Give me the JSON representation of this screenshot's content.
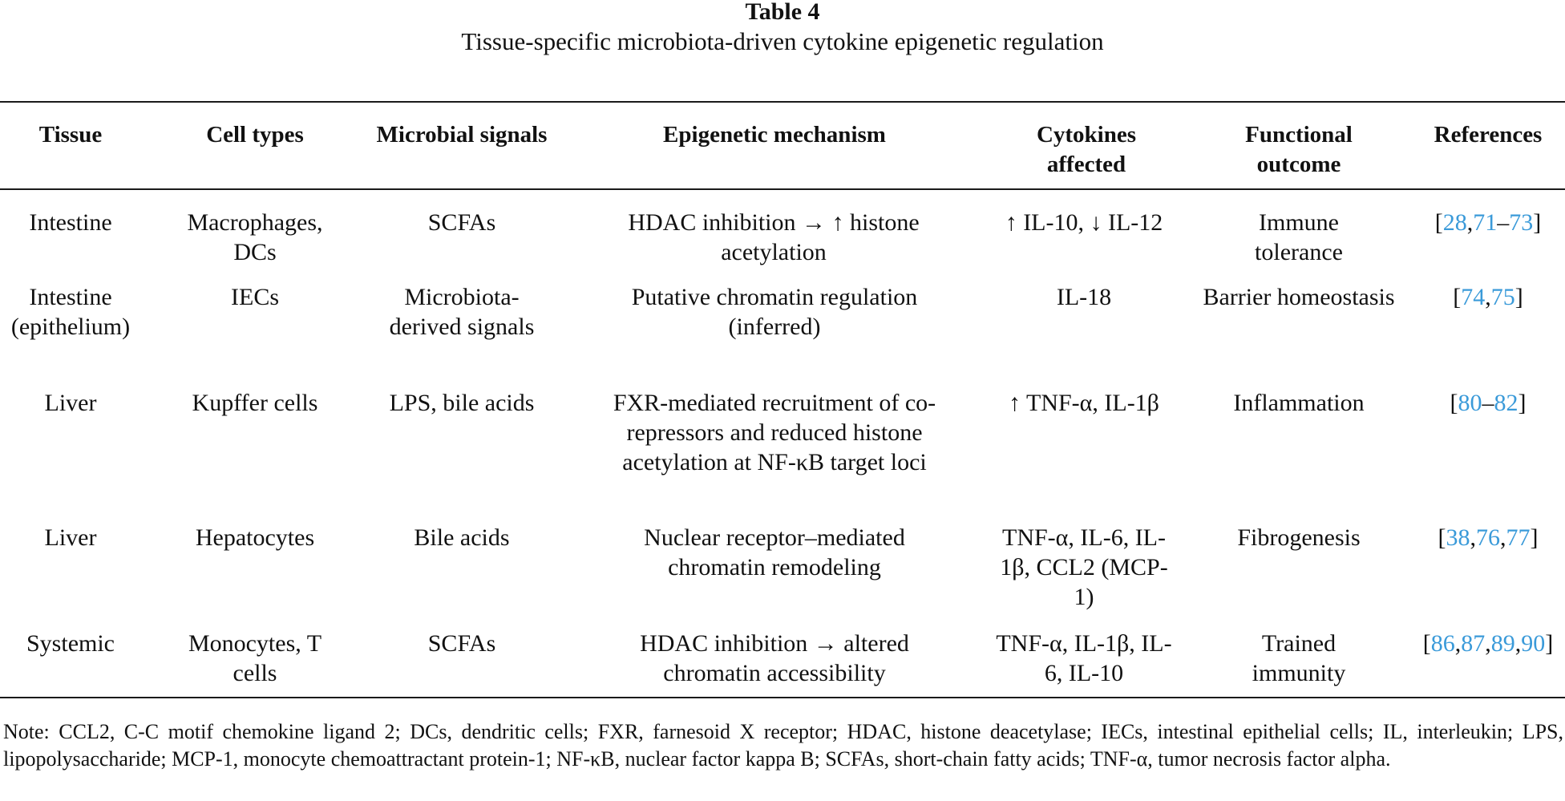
{
  "caption": {
    "label": "Table 4",
    "title": "Tissue-specific microbiota-driven cytokine epigenetic regulation"
  },
  "table": {
    "headers": [
      "Tissue",
      "Cell types",
      "Microbial signals",
      "Epigenetic mechanism",
      "Cytokines affected",
      "Functional outcome",
      "References"
    ],
    "rows": [
      {
        "tissue": "Intestine",
        "cell_types": "Macrophages, DCs",
        "microbial_signals": "SCFAs",
        "mechanism": "HDAC inhibition → ↑ histone acetylation",
        "cytokines": "↑ IL-10, ↓ IL-12",
        "outcome": "Immune tolerance",
        "refs": [
          "28",
          "71",
          "73"
        ]
      },
      {
        "tissue": "Intestine (epithelium)",
        "cell_types": "IECs",
        "microbial_signals": "Microbiota-derived signals",
        "mechanism": "Putative chromatin regulation (inferred)",
        "cytokines": "IL-18",
        "outcome": "Barrier homeostasis",
        "refs": [
          "74",
          "75"
        ]
      },
      {
        "tissue": "Liver",
        "cell_types": "Kupffer cells",
        "microbial_signals": "LPS, bile acids",
        "mechanism": "FXR-mediated recruitment of co-repressors and reduced histone acetylation at NF-κB target loci",
        "cytokines": "↑ TNF-α, IL-1β",
        "outcome": "Inflammation",
        "refs": [
          "80",
          "82"
        ]
      },
      {
        "tissue": "Liver",
        "cell_types": "Hepatocytes",
        "microbial_signals": "Bile acids",
        "mechanism": "Nuclear receptor–mediated chromatin remodeling",
        "cytokines": "TNF-α, IL-6, IL-1β, CCL2 (MCP-1)",
        "outcome": "Fibrogenesis",
        "refs": [
          "38",
          "76",
          "77"
        ]
      },
      {
        "tissue": "Systemic",
        "cell_types": "Monocytes, T cells",
        "microbial_signals": "SCFAs",
        "mechanism": "HDAC inhibition → altered chromatin accessibility",
        "cytokines": "TNF-α, IL-1β, IL-6, IL-10",
        "outcome": "Trained immunity",
        "refs": [
          "86",
          "87",
          "89",
          "90"
        ]
      }
    ]
  },
  "note": "Note: CCL2, C-C motif chemokine ligand 2; DCs, dendritic cells; FXR, farnesoid X receptor; HDAC, histone deacetylase; IECs, intestinal epithelial cells; IL, interleukin; LPS, lipopolysaccharide; MCP-1, monocyte chemoattractant protein-1; NF-κB, nuclear factor kappa B; SCFAs, short-chain fatty acids; TNF-α, tumor necrosis factor alpha.",
  "colors": {
    "link": "#3a9ad9",
    "text": "#111111",
    "rule": "#1a1a1a"
  }
}
